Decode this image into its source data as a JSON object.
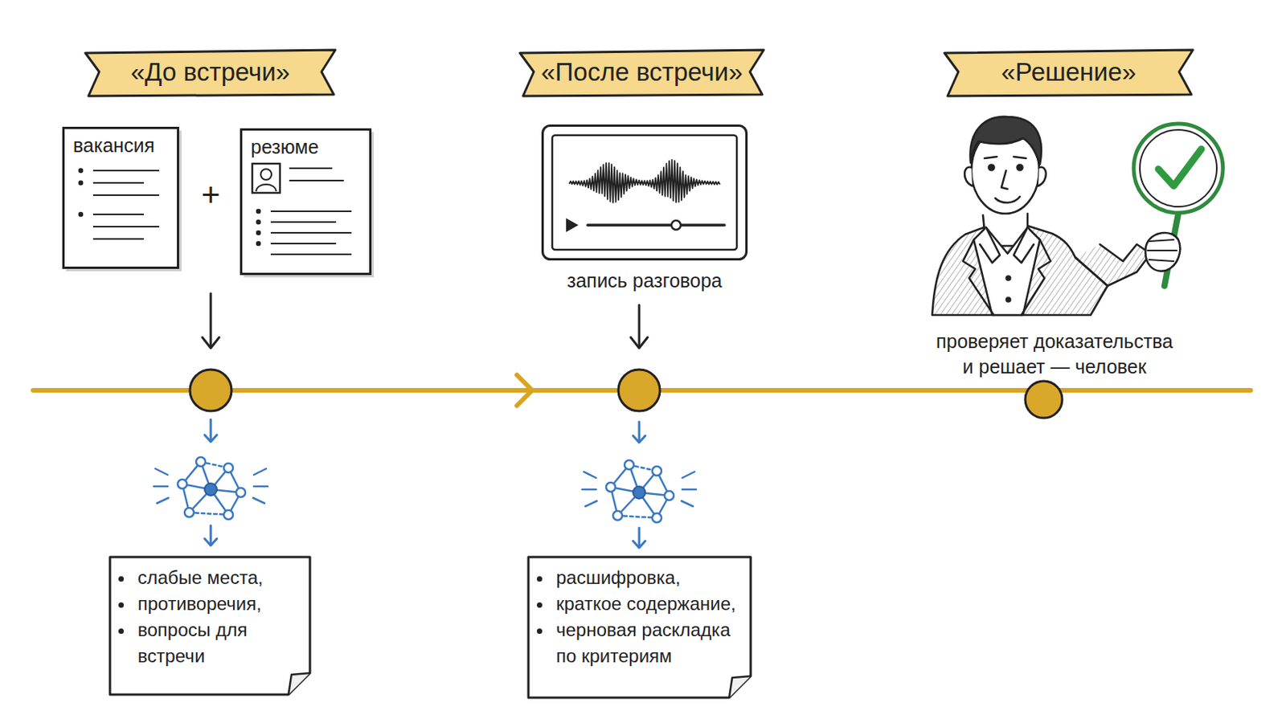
{
  "diagram": {
    "nodes": [
      {
        "text": [
          "«До встречи»"
        ]
      },
      {
        "text": [
          "«После встречи»"
        ]
      },
      {
        "text": [
          "«Решение»"
        ]
      },
      {
        "text": [
          "вакансия"
        ]
      },
      {
        "text": [
          "резюме"
        ]
      },
      {
        "text": [
          "запись разговора"
        ]
      },
      {
        "text": [
          "слабые места,",
          "противоречия,",
          "вопросы для встречи"
        ]
      },
      {
        "text": [
          "расшифровка,",
          "краткое содержание,",
          "черновая раскладка по критериям"
        ]
      }
    ],
    "labels": [
      "+",
      "проверяет доказательства и решает — человек"
    ]
  }
}
